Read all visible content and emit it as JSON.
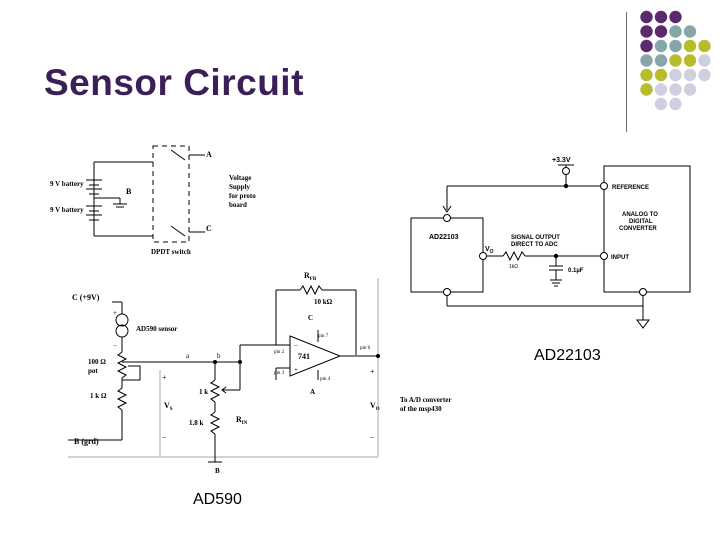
{
  "slide": {
    "title": "Sensor Circuit",
    "caption_left": "AD590",
    "caption_right": "AD22103"
  },
  "decor": {
    "colors": {
      "purple": "#5b2a6e",
      "teal": "#87a6a8",
      "olive": "#b8bb2a",
      "lavender": "#cfcfe0"
    }
  },
  "switch_diagram": {
    "labels": {
      "battery1": "9 V battery",
      "battery2": "9 V battery",
      "node_a": "A",
      "node_b": "B",
      "node_c": "C",
      "supply": [
        "Voltage",
        "Supply",
        "for proto",
        "board"
      ],
      "switch": "DPDT switch"
    }
  },
  "sensor_circuit": {
    "labels": {
      "supply": "C (+9V)",
      "sensor": "AD590 sensor",
      "pot": [
        "100 Ω",
        "pot"
      ],
      "r1k_left": "1 k Ω",
      "ground": "B (grd)",
      "node_a": "a",
      "node_b": "b",
      "rfb": "R",
      "rfb_sub": "FB",
      "r10k": "10 kΩ",
      "c_node": "C",
      "pin7": "pin 7",
      "pin2": "pin 2",
      "pin3": "pin 3",
      "pin4": "pin 4",
      "pin6": "pin 6",
      "opamp": "741",
      "a_node": "A",
      "r1k": "1 k",
      "r18k": "1.8 k",
      "rin": "R",
      "rin_sub": "IN",
      "vs": "V",
      "vs_sub": "S",
      "vo": "V",
      "vo_sub": "O",
      "b_bottom": "B",
      "adc_note": [
        "To A/D converter",
        "of the msp430"
      ],
      "plus": "+",
      "minus": "−"
    }
  },
  "ad22103_circuit": {
    "labels": {
      "supply": "+3.3V",
      "chip": "AD22103",
      "vo": "V",
      "vo_sub": "O",
      "signal": [
        "SIGNAL OUTPUT",
        "DIRECT TO ADC"
      ],
      "resistor": "1kΩ",
      "capacitor": "0.1µF",
      "reference": "REFERENCE",
      "adc": [
        "ANALOG TO",
        "DIGITAL",
        "CONVERTER"
      ],
      "input": "INPUT"
    }
  }
}
